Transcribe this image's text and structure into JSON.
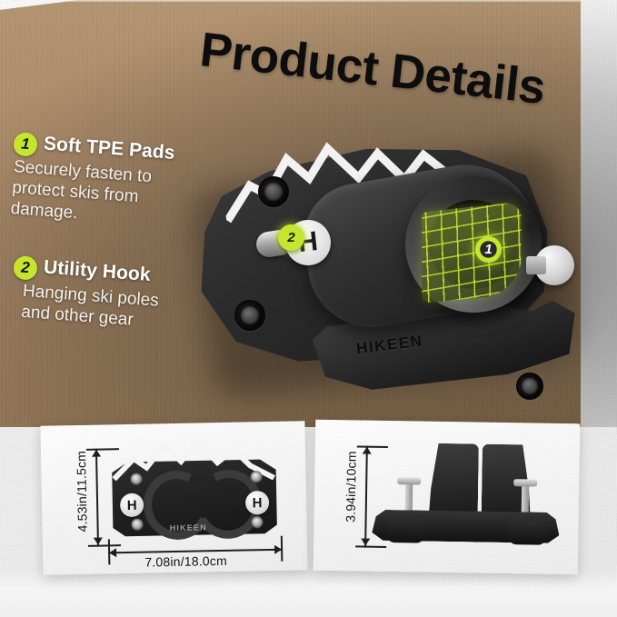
{
  "header": {
    "title": "Product Details"
  },
  "callouts": [
    {
      "number": "1",
      "title": "Soft TPE Pads",
      "body": "Securely fasten to protect skis from damage."
    },
    {
      "number": "2",
      "title": "Utility Hook",
      "body": "Hanging ski poles and other gear"
    }
  ],
  "hero": {
    "brand": "HIKEEN",
    "logo_letter": "H",
    "pin_pad": "1",
    "pin_hook": "2"
  },
  "panels": {
    "front": {
      "brand": "HIKEEN",
      "logo_letter": "H",
      "width_label": "7.08in/18.0cm",
      "height_label": "4.53in/11.5cm"
    },
    "side": {
      "depth_label": "3.94in/10cm"
    }
  },
  "colors": {
    "accent_green": "#c6e62e",
    "wood": "#ab8b68",
    "product_black": "#1d1d1d",
    "panel_bg": "#f3f3f3"
  }
}
